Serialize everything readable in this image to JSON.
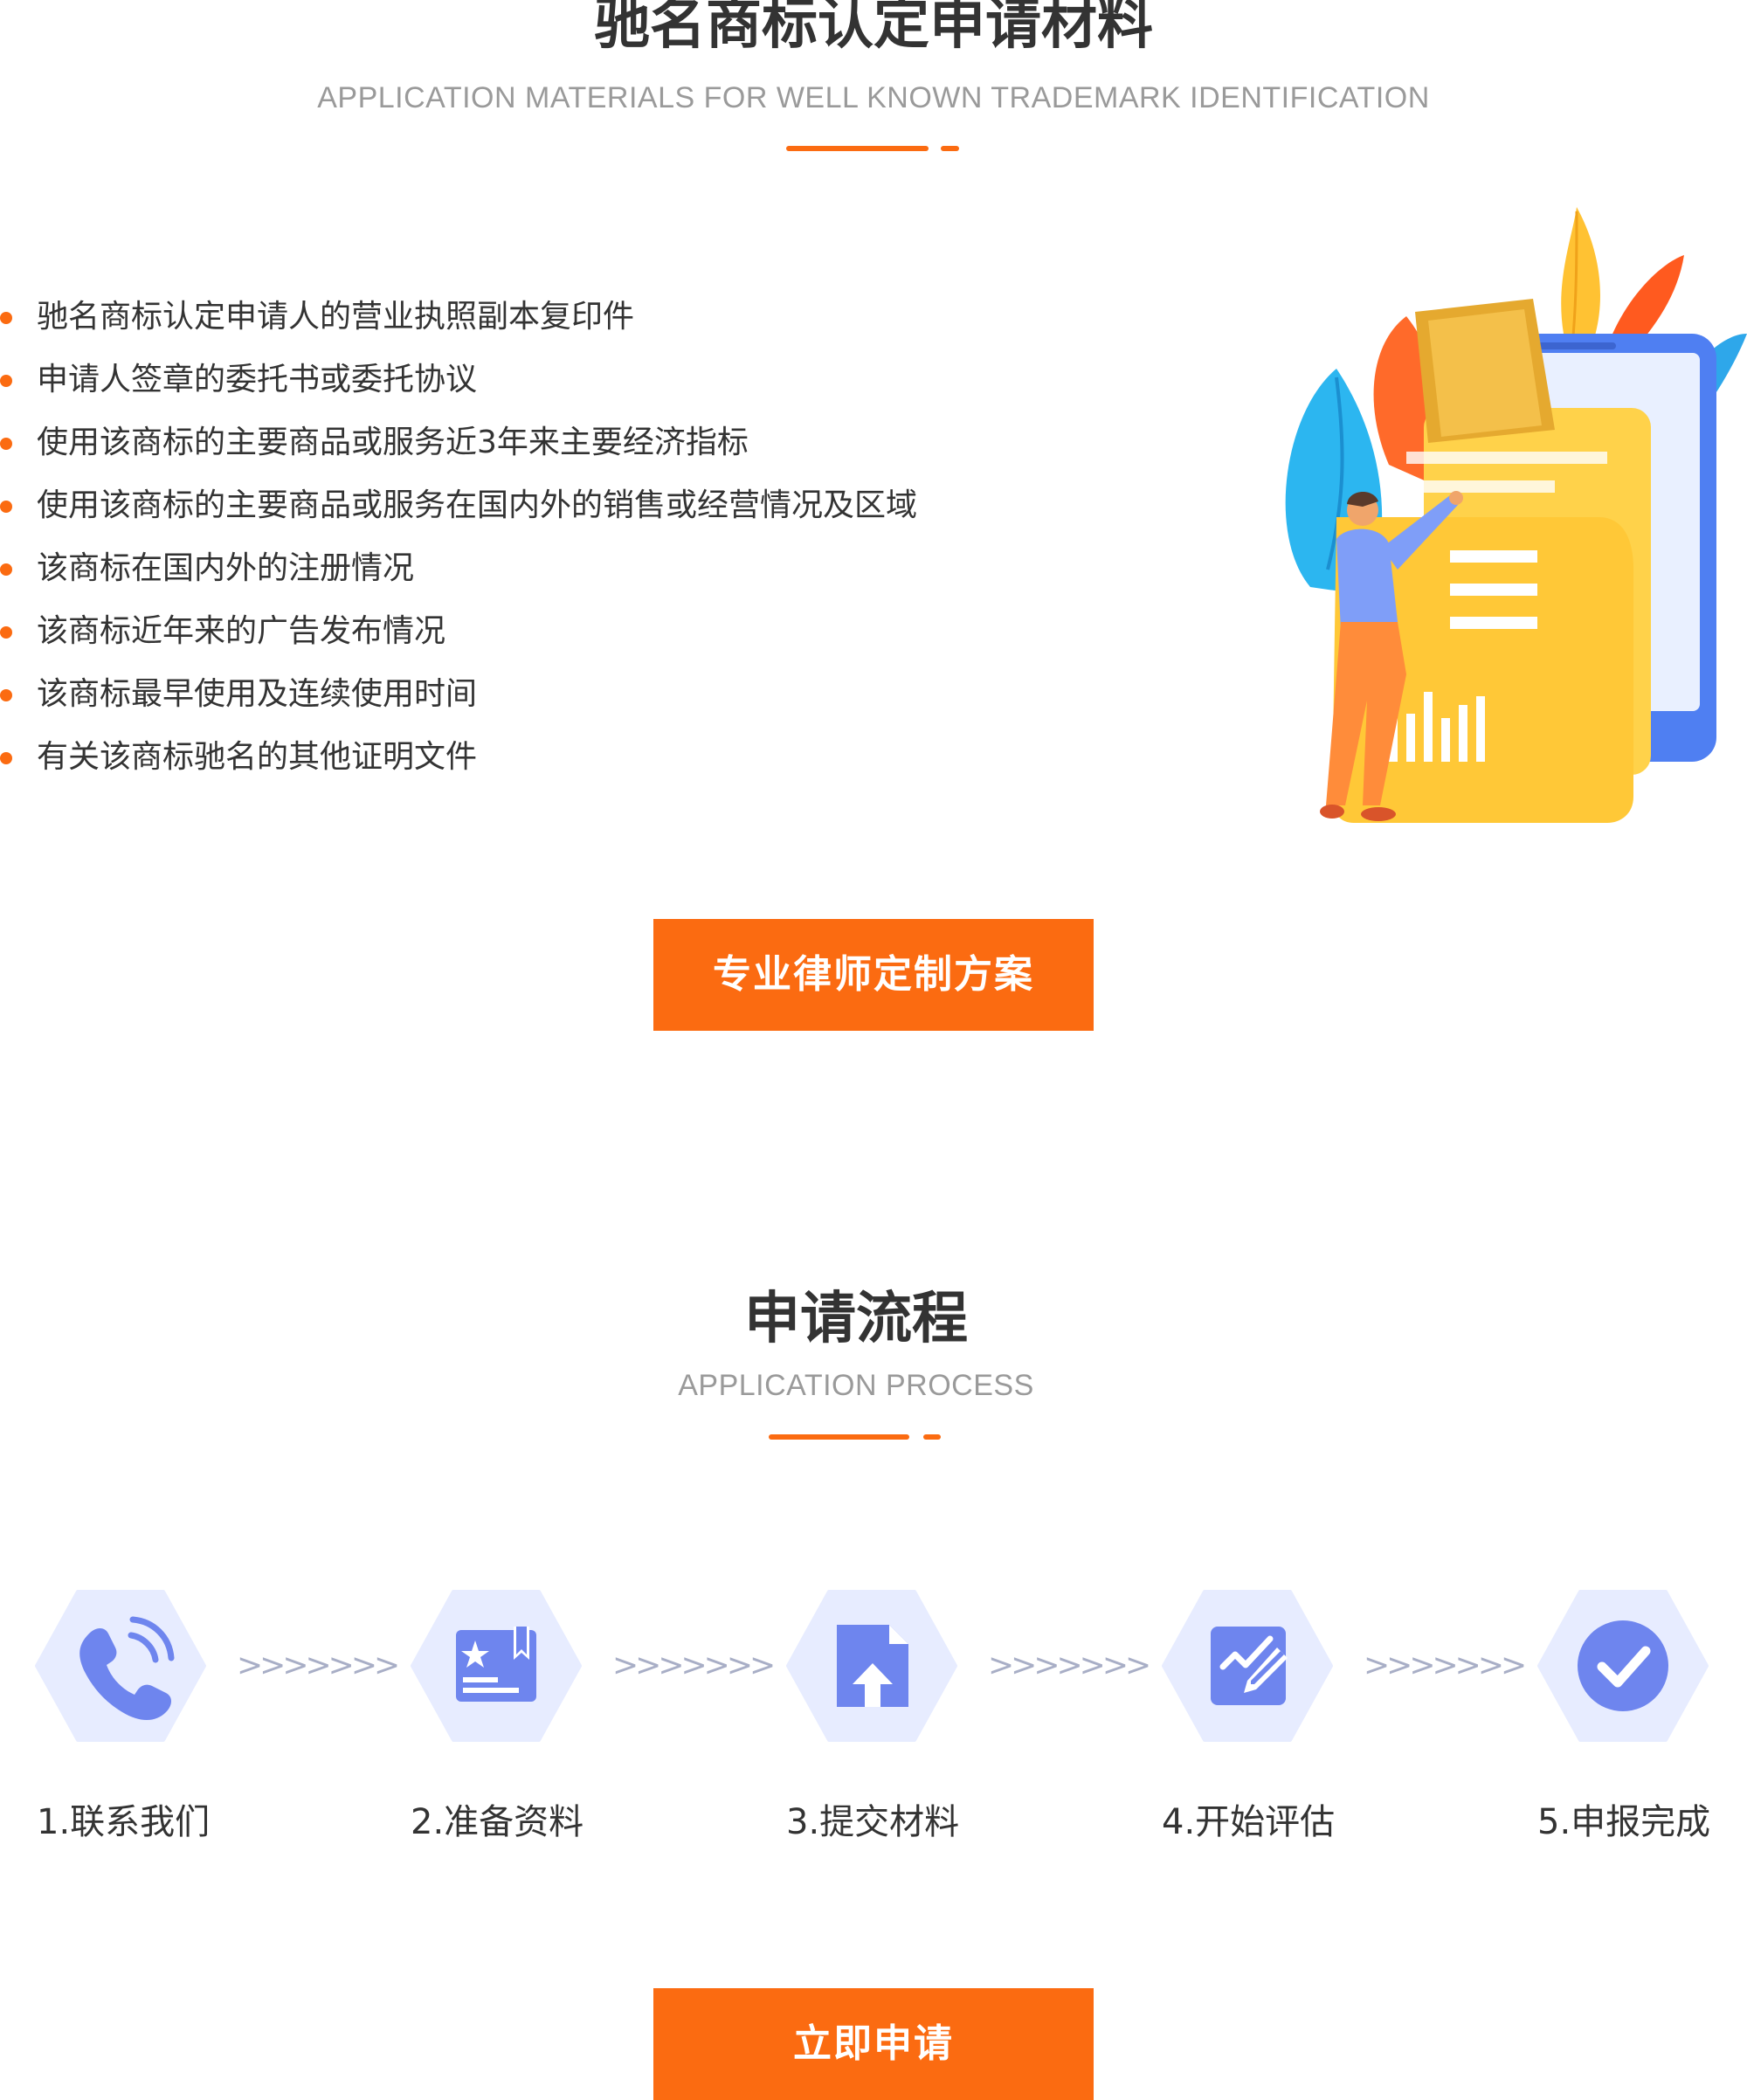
{
  "materials_section": {
    "title": "驰名商标认定申请材料",
    "subtitle": "APPLICATION MATERIALS FOR WELL KNOWN TRADEMARK IDENTIFICATION",
    "items": [
      "驰名商标认定申请人的营业执照副本复印件",
      "申请人签章的委托书或委托协议",
      "使用该商标的主要商品或服务近3年来主要经济指标",
      "使用该商标的主要商品或服务在国内外的销售或经营情况及区域",
      "该商标在国内外的注册情况",
      "该商标近年来的广告发布情况",
      "该商标最早使用及连续使用时间",
      "有关该商标驰名的其他证明文件"
    ],
    "cta_label": "专业律师定制方案"
  },
  "process_section": {
    "title": "申请流程",
    "subtitle": "APPLICATION PROCESS",
    "separator": ">>>>>>>",
    "steps": [
      {
        "label": "1.联系我们",
        "icon": "phone-icon"
      },
      {
        "label": "2.准备资料",
        "icon": "document-card-icon"
      },
      {
        "label": "3.提交材料",
        "icon": "file-upload-icon"
      },
      {
        "label": "4.开始评估",
        "icon": "edit-icon"
      },
      {
        "label": "5.申报完成",
        "icon": "check-circle-icon"
      }
    ],
    "cta_label": "立即申请"
  },
  "colors": {
    "accent": "#fb6b11",
    "icon_bg": "#e7ecff",
    "icon_fg": "#6e85ee",
    "heading": "#333333",
    "subheading": "#9a9a9a"
  }
}
